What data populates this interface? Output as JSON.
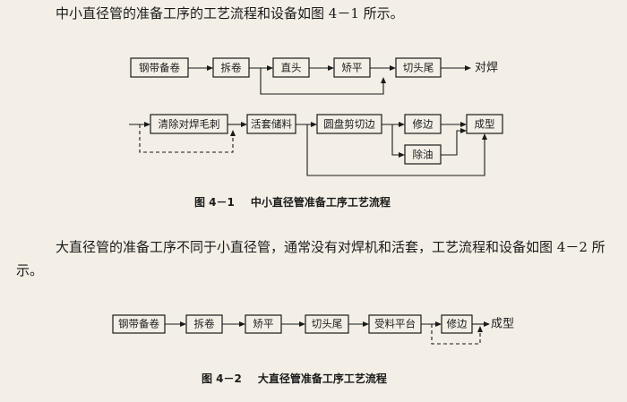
{
  "intro_text": "中小直径管的准备工序的工艺流程和设备如图 4－1 所示。",
  "figure1": {
    "caption_number": "图 4－1",
    "caption_title": "中小直径管准备工序工艺流程",
    "steps": {
      "coil": "钢带备卷",
      "uncoil": "拆卷",
      "straighten_head": "直头",
      "level": "矫平",
      "crop": "切头尾",
      "butt_weld": "对焊",
      "deburr": "清除对焊毛刺",
      "accumulator": "活套储料",
      "side_trim": "圆盘剪切边",
      "edge_dress": "修边",
      "deoil": "除油",
      "forming": "成型"
    }
  },
  "body_text": "大直径管的准备工序不同于小直径管，通常没有对焊机和活套，工艺流程和设备如图 4－2 所示。",
  "figure2": {
    "caption_number": "图 4－2",
    "caption_title": "大直径管准备工序工艺流程",
    "steps": {
      "coil": "钢带备卷",
      "uncoil": "拆卷",
      "level": "矫平",
      "crop": "切头尾",
      "feed_table": "受料平台",
      "edge_dress": "修边",
      "forming": "成型"
    }
  }
}
